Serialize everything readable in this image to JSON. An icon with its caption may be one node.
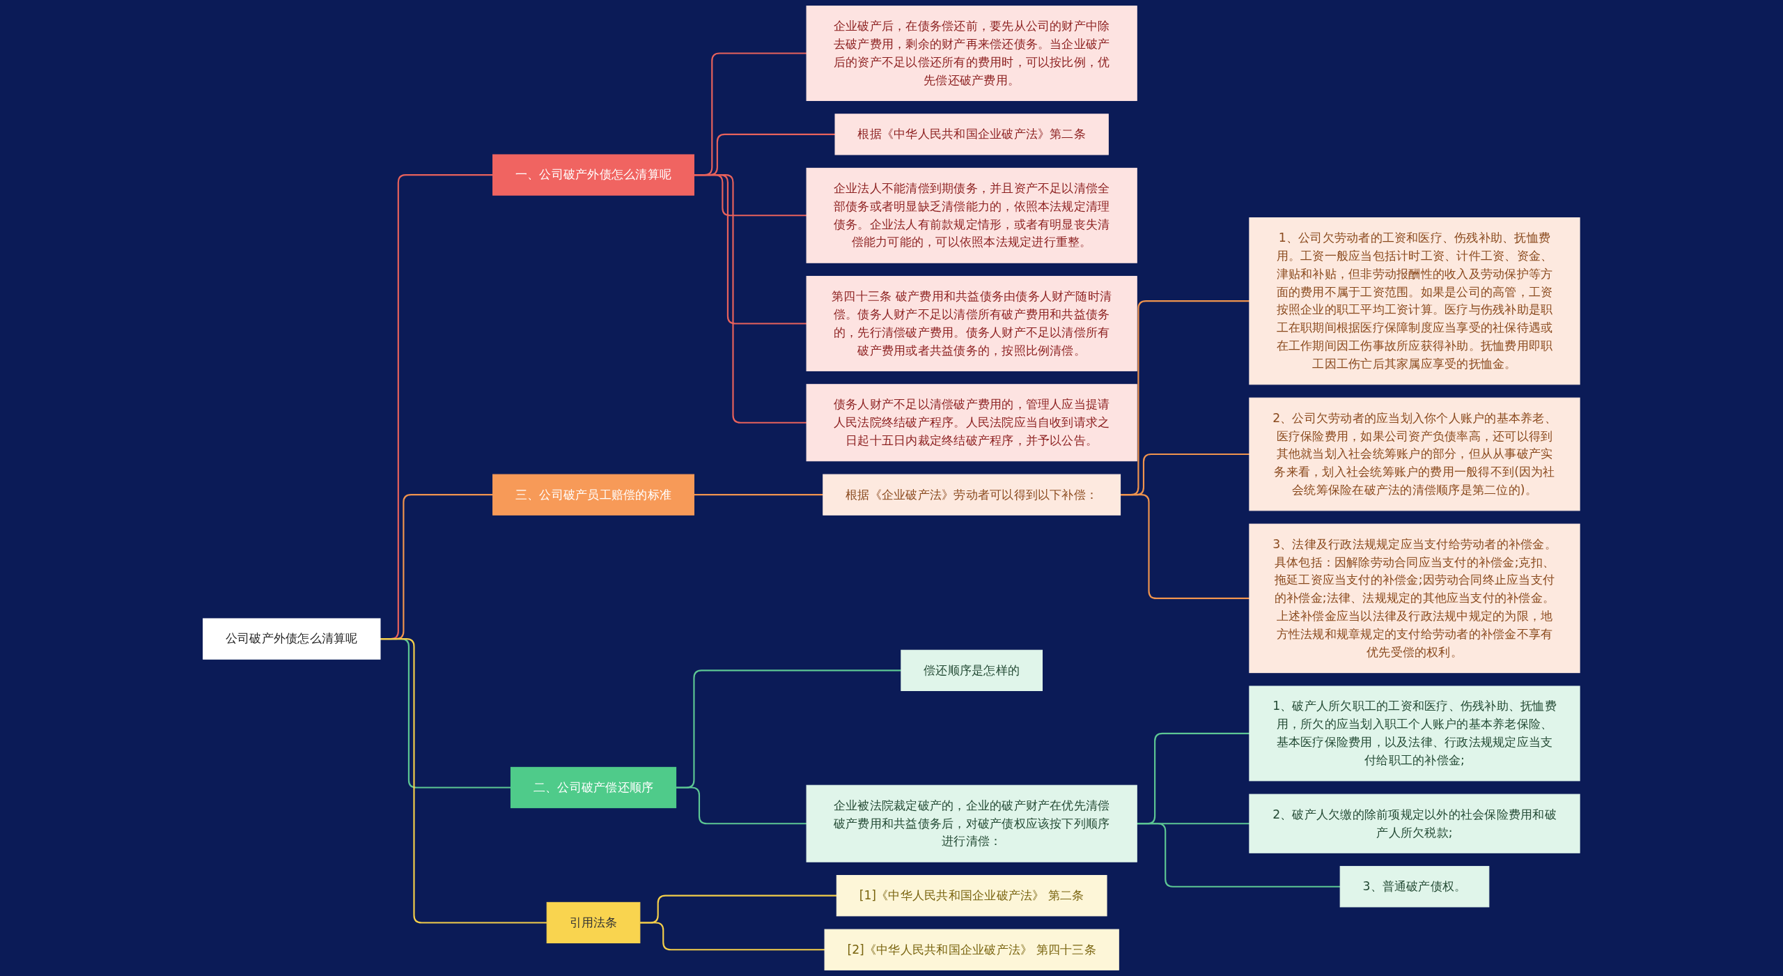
{
  "diagram": {
    "nodes": [
      {
        "text": [
          "公司破产外债怎么清算呢"
        ]
      },
      {
        "text": [
          "一、公司破产外债怎么清算呢"
        ]
      },
      {
        "text": [
          "企业破产后，在债务偿还前，要先从公司的财产中除去破产费用，剩余的财产再来偿还债务。当企业破产后的资产不足以偿还所有的费用时，可以按比例，优先偿还破产费用。"
        ]
      },
      {
        "text": [
          "根据《中华人民共和国企业破产法》第二条"
        ]
      },
      {
        "text": [
          "企业法人不能清偿到期债务，并且资产不足以清偿全部债务或者明显缺乏清偿能力的，依照本法规定清理债务。企业法人有前款规定情形，或者有明显丧失清偿能力可能的，可以依照本法规定进行重整。"
        ]
      },
      {
        "text": [
          "第四十三条 破产费用和共益债务由债务人财产随时清偿。债务人财产不足以清偿所有破产费用和共益债务的，先行清偿破产费用。债务人财产不足以清偿所有破产费用或者共益债务的，按照比例清偿。"
        ]
      },
      {
        "text": [
          "债务人财产不足以清偿破产费用的，管理人应当提请人民法院终结破产程序。人民法院应当自收到请求之日起十五日内裁定终结破产程序，并予以公告。"
        ]
      },
      {
        "text": [
          "三、公司破产员工赔偿的标准"
        ]
      },
      {
        "text": [
          "根据《企业破产法》劳动者可以得到以下补偿："
        ]
      },
      {
        "text": [
          "1、公司欠劳动者的工资和医疗、伤残补助、抚恤费用。工资一般应当包括计时工资、计件工资、资金、津贴和补贴，但非劳动报酬性的收入及劳动保护等方面的费用不属于工资范围。如果是公司的高管，工资按照企业的职工平均工资计算。医疗与伤残补助是职工在职期间根据医疗保障制度应当享受的社保待遇或在工作期间因工伤事故所应获得补助。抚恤费用即职工因工伤亡后其家属应享受的抚恤金。"
        ]
      },
      {
        "text": [
          "2、公司欠劳动者的应当划入你个人账户的基本养老、医疗保险费用，如果公司资产负债率高，还可以得到其他就当划入社会统筹账户的部分，但从从事破产实务来看，划入社会统筹账户的费用一般得不到(因为社会统筹保险在破产法的清偿顺序是第二位的)。"
        ]
      },
      {
        "text": [
          "3、法律及行政法规规定应当支付给劳动者的补偿金。具体包括：因解除劳动合同应当支付的补偿金;克扣、拖延工资应当支付的补偿金;因劳动合同终止应当支付的补偿金;法律、法规规定的其他应当支付的补偿金。上述补偿金应当以法律及行政法规中规定的为限，地方性法规和规章规定的支付给劳动者的补偿金不享有优先受偿的权利。"
        ]
      },
      {
        "text": [
          "二、公司破产偿还顺序"
        ]
      },
      {
        "text": [
          "偿还顺序是怎样的"
        ]
      },
      {
        "text": [
          "企业被法院裁定破产的，企业的破产财产在优先清偿破产费用和共益债务后，对破产债权应该按下列顺序进行清偿："
        ]
      },
      {
        "text": [
          "1、破产人所欠职工的工资和医疗、伤残补助、抚恤费用，所欠的应当划入职工个人账户的基本养老保险、基本医疗保险费用，以及法律、行政法规规定应当支付给职工的补偿金;"
        ]
      },
      {
        "text": [
          "2、破产人欠缴的除前项规定以外的社会保险费用和破产人所欠税款;"
        ]
      },
      {
        "text": [
          "3、普通破产债权。"
        ]
      },
      {
        "text": [
          "引用法条"
        ]
      },
      {
        "text": [
          "[1]《中华人民共和国企业破产法》 第二条"
        ]
      },
      {
        "text": [
          "[2]《中华人民共和国企业破产法》 第四十三条"
        ]
      }
    ],
    "edges": [
      {
        "from": 0,
        "to": 1,
        "arrow": "none",
        "color": "#e8625c"
      },
      {
        "from": 1,
        "to": 2,
        "arrow": "none",
        "color": "#e8625c"
      },
      {
        "from": 1,
        "to": 3,
        "arrow": "none",
        "color": "#e8625c"
      },
      {
        "from": 1,
        "to": 4,
        "arrow": "none",
        "color": "#e8625c"
      },
      {
        "from": 1,
        "to": 5,
        "arrow": "none",
        "color": "#e8625c"
      },
      {
        "from": 1,
        "to": 6,
        "arrow": "none",
        "color": "#e8625c"
      },
      {
        "from": 0,
        "to": 7,
        "arrow": "none",
        "color": "#f0944e"
      },
      {
        "from": 7,
        "to": 8,
        "arrow": "none",
        "color": "#f0944e"
      },
      {
        "from": 8,
        "to": 9,
        "arrow": "none",
        "color": "#f0944e"
      },
      {
        "from": 8,
        "to": 10,
        "arrow": "none",
        "color": "#f0944e"
      },
      {
        "from": 8,
        "to": 11,
        "arrow": "none",
        "color": "#f0944e"
      },
      {
        "from": 0,
        "to": 12,
        "arrow": "none",
        "color": "#5dc794"
      },
      {
        "from": 12,
        "to": 13,
        "arrow": "none",
        "color": "#5dc794"
      },
      {
        "from": 12,
        "to": 14,
        "arrow": "none",
        "color": "#5dc794"
      },
      {
        "from": 14,
        "to": 15,
        "arrow": "none",
        "color": "#5dc794"
      },
      {
        "from": 14,
        "to": 16,
        "arrow": "none",
        "color": "#5dc794"
      },
      {
        "from": 14,
        "to": 17,
        "arrow": "none",
        "color": "#5dc794"
      },
      {
        "from": 0,
        "to": 18,
        "arrow": "none",
        "color": "#f5cf4a"
      },
      {
        "from": 18,
        "to": 19,
        "arrow": "none",
        "color": "#f5cf4a"
      },
      {
        "from": 18,
        "to": 20,
        "arrow": "none",
        "color": "#f5cf4a"
      }
    ]
  }
}
